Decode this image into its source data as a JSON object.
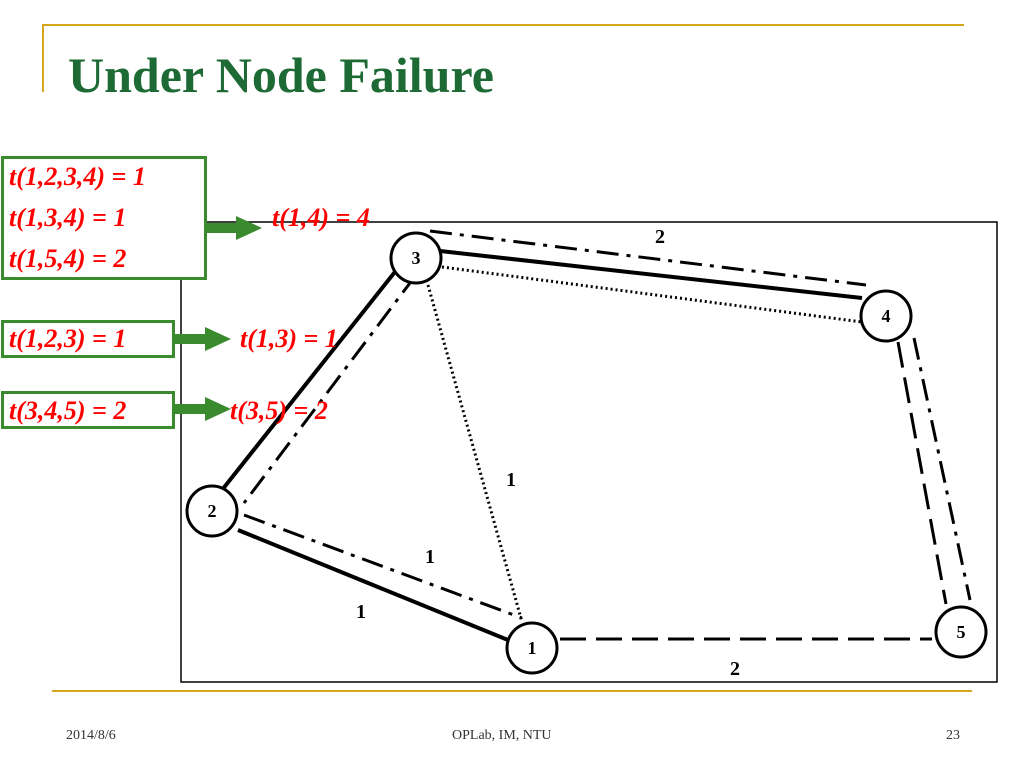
{
  "slide": {
    "title": "Under Node Failure",
    "footer_date": "2014/8/6",
    "footer_center": "OPLab, IM, NTU",
    "footer_page": "23"
  },
  "boxes": [
    {
      "lines": [
        "t(1,2,3,4) = 1",
        "t(1,3,4) = 1",
        "t(1,5,4) = 2"
      ],
      "result": "t(1,4) = 4"
    },
    {
      "lines": [
        "t(1,2,3) = 1"
      ],
      "result": "t(1,3) = 1"
    },
    {
      "lines": [
        "t(3,4,5) = 2"
      ],
      "result": "t(3,5) = 2"
    }
  ],
  "graph": {
    "nodes": [
      "1",
      "2",
      "3",
      "4",
      "5"
    ],
    "edge_labels": [
      "2",
      "1",
      "1",
      "1",
      "2"
    ]
  },
  "colors": {
    "title": "#1e6a35",
    "accent_gold": "#d6a61e",
    "box_border": "#3a8a2e",
    "arrow": "#3a8a2e",
    "red_text": "#ff0000"
  }
}
